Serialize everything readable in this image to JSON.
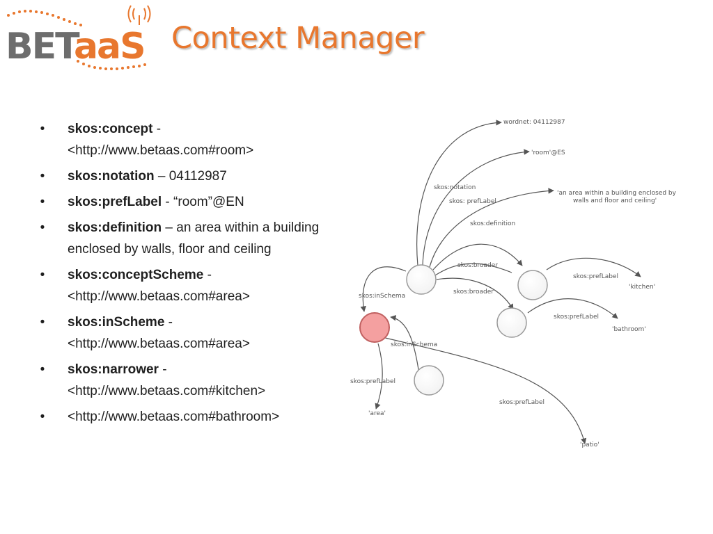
{
  "logo": {
    "text_part1": "BET",
    "text_part2": "aaS"
  },
  "title": "Context Manager",
  "bullets": [
    {
      "term": "skos:concept",
      "sep": " -",
      "value": "<http://www.betaas.com#room>"
    },
    {
      "term": "skos:notation",
      "sep": " – ",
      "value": "04112987"
    },
    {
      "term": "skos:prefLabel",
      "sep": " - ",
      "value": "“room”@EN"
    },
    {
      "term": "skos:definition",
      "sep": " – ",
      "value": "an area within a building enclosed by walls, floor and ceiling"
    },
    {
      "term": "skos:conceptScheme",
      "sep": " -",
      "value": "<http://www.betaas.com#area>"
    },
    {
      "term": "skos:inScheme",
      "sep": " -",
      "value": "<http://www.betaas.com#area>"
    },
    {
      "term": "skos:narrower",
      "sep": " -",
      "value": "<http://www.betaas.com#kitchen>"
    },
    {
      "term": "",
      "sep": "",
      "value": "<http://www.betaas.com#bathroom>"
    }
  ],
  "bullet_marker": "•",
  "graph": {
    "wordnet": "wordnet: 04112987",
    "room_es": "'room'@ES",
    "notation": "skos:notation",
    "preflabel_main": "skos: prefLabel",
    "definition_text_1": "'an area within a building enclosed by",
    "definition_text_2": "walls and floor and ceiling'",
    "definition": "skos:definition",
    "broader_1": "skos:broader",
    "broader_2": "skos:broader",
    "inschema_1": "skos:inSchema",
    "inschema_2": "skos:inSchema",
    "preflabel_kitchen": "skos:prefLabel",
    "kitchen": "'kitchen'",
    "preflabel_bathroom": "skos:prefLabel",
    "bathroom": "'bathroom'",
    "preflabel_area": "skos:prefLabel",
    "area": "'area'",
    "preflabel_patio": "skos:prefLabel",
    "patio": "'patio'"
  },
  "colors": {
    "accent": "#e8772e",
    "logo_grey": "#6d6d6d",
    "highlight_node": "#f4a0a0"
  }
}
